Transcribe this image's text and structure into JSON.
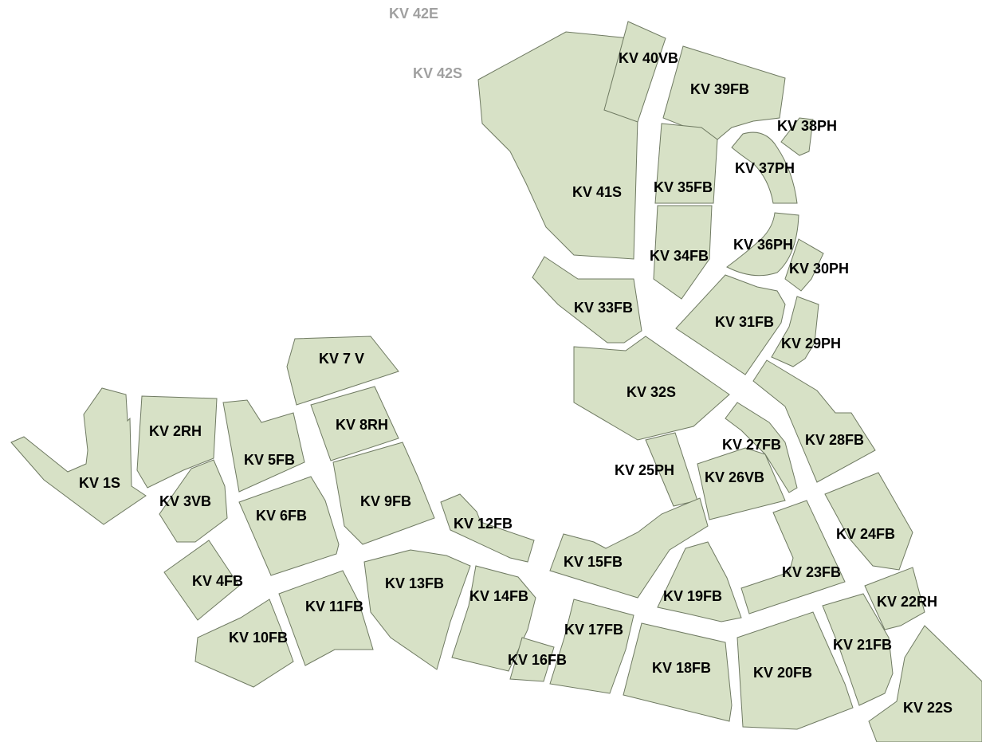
{
  "map": {
    "parcel_color": "#d7e1c6",
    "outline_color": "#6f7a62",
    "label_color": "#000000",
    "ghost_label_color": "#a0a0a0",
    "ghost_labels": {
      "kv42e": "KV 42E",
      "kv42s": "KV 42S"
    },
    "parcels": {
      "kv1s": "KV 1S",
      "kv2rh": "KV 2RH",
      "kv3vb": "KV 3VB",
      "kv4fb": "KV 4FB",
      "kv5fb": "KV 5FB",
      "kv6fb": "KV 6FB",
      "kv7v": "KV 7 V",
      "kv8rh": "KV 8RH",
      "kv9fb": "KV 9FB",
      "kv10fb": "KV 10FB",
      "kv11fb": "KV 11FB",
      "kv12fb": "KV 12FB",
      "kv13fb": "KV 13FB",
      "kv14fb": "KV 14FB",
      "kv15fb": "KV 15FB",
      "kv16fb": "KV 16FB",
      "kv17fb": "KV 17FB",
      "kv18fb": "KV 18FB",
      "kv19fb": "KV 19FB",
      "kv20fb": "KV 20FB",
      "kv21fb": "KV 21FB",
      "kv22rh": "KV 22RH",
      "kv22s": "KV 22S",
      "kv23fb": "KV 23FB",
      "kv24fb": "KV 24FB",
      "kv25ph": "KV 25PH",
      "kv26vb": "KV 26VB",
      "kv27fb": "KV 27FB",
      "kv28fb": "KV 28FB",
      "kv29ph": "KV 29PH",
      "kv30ph": "KV 30PH",
      "kv31fb": "KV 31FB",
      "kv32s": "KV 32S",
      "kv33fb": "KV 33FB",
      "kv34fb": "KV 34FB",
      "kv35fb": "KV 35FB",
      "kv36ph": "KV 36PH",
      "kv37ph": "KV 37PH",
      "kv38ph": "KV 38PH",
      "kv39fb": "KV 39FB",
      "kv40vb": "KV 40VB",
      "kv41s": "KV 41S"
    }
  }
}
